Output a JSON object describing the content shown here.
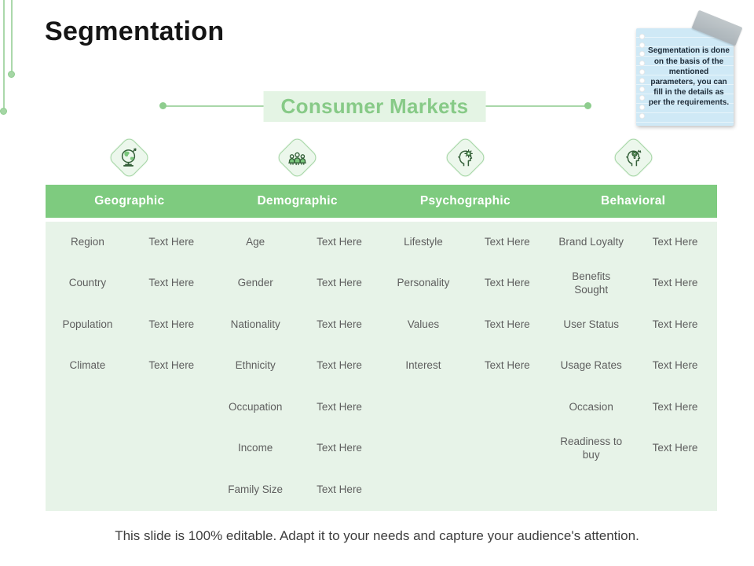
{
  "slide": {
    "title": "Segmentation",
    "section_label": "Consumer Markets",
    "sticky_note_text": "Segmentation is done on the basis of the mentioned parameters, you can fill in the details as per the requirements.",
    "footer_text": "This slide is 100% editable. Adapt it to your needs and capture your audience's attention.",
    "placeholder_text": "Text Here",
    "colors": {
      "header_green": "#7ecb7f",
      "panel_green": "#e7f3e8",
      "accent_green": "#8ecd8e",
      "label_green": "#87ca87",
      "note_blue": "#cfe9f6",
      "tape_gray": "#b2babf",
      "body_text_gray": "#5e5e5e"
    }
  },
  "table": {
    "row_count": 7,
    "columns": [
      {
        "header": "Geographic",
        "icon": "globe-icon",
        "attributes": [
          "Region",
          "Country",
          "Population",
          "Climate",
          "",
          "",
          ""
        ]
      },
      {
        "header": "Demographic",
        "icon": "people-group-icon",
        "attributes": [
          "Age",
          "Gender",
          "Nationality",
          "Ethnicity",
          "Occupation",
          "Income",
          "Family Size"
        ]
      },
      {
        "header": "Psychographic",
        "icon": "head-gear-icon",
        "attributes": [
          "Lifestyle",
          "Personality",
          "Values",
          "Interest",
          "",
          "",
          ""
        ]
      },
      {
        "header": "Behavioral",
        "icon": "head-idea-icon",
        "attributes": [
          "Brand Loyalty",
          "Benefits Sought",
          "User Status",
          "Usage Rates",
          "Occasion",
          "Readiness to buy",
          ""
        ]
      }
    ]
  }
}
